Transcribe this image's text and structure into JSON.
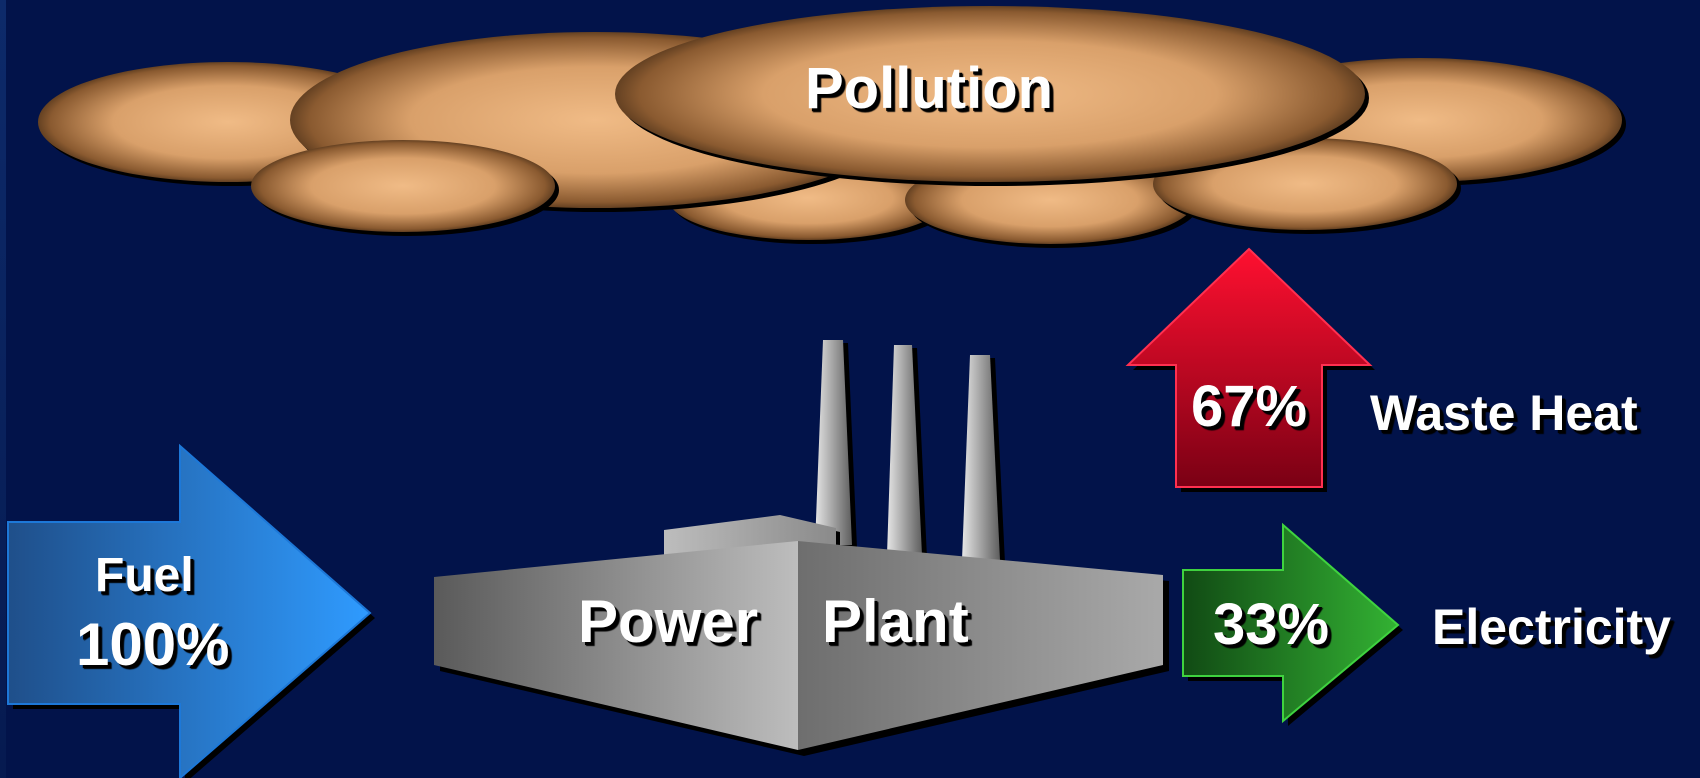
{
  "diagram": {
    "pollution_label": "Pollution",
    "fuel_label": "Fuel",
    "fuel_percent": "100%",
    "plant_word1": "Power",
    "plant_word2": "Plant",
    "waste_percent": "67%",
    "waste_label": "Waste Heat",
    "electricity_percent": "33%",
    "electricity_label": "Electricity"
  },
  "colors": {
    "background": "#02134a",
    "cloud_center": "#e8b07a",
    "cloud_edge": "#2a1a0c",
    "fuel_arrow": "#2f9bff",
    "waste_arrow": "#ff1030",
    "electricity_arrow": "#2fa62f",
    "plant_gray": "#a6a6a6"
  }
}
